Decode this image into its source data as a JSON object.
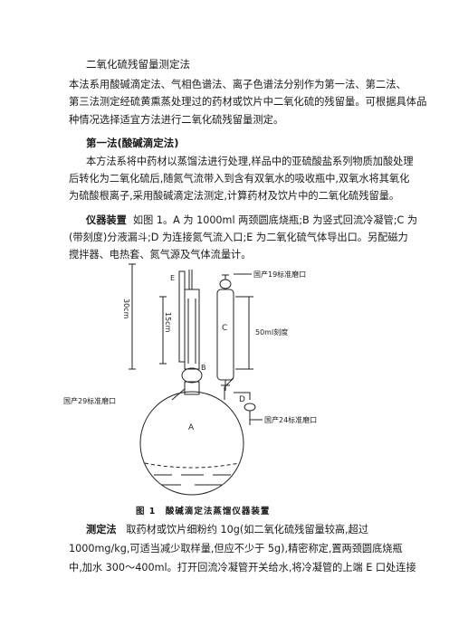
{
  "title": "二氧化硫残留量测定法",
  "intro": {
    "line1": "本法系用酸碱滴定法、气相色谱法、离子色谱法分别作为第一法、第二法、",
    "line2": "第三法测定经硫黄熏蒸处理过的药材或饮片中二氧化硫的残留量。可根据具体品",
    "line3": "种情况选择适宜方法进行二氧化硫残留量测定。"
  },
  "section1": {
    "heading": "第一法(酸碱滴定法)",
    "p1_line1": "本方法系将中药材以蒸馏法进行处理,样品中的亚硫酸盐系列物质加酸处理",
    "p1_line2": "后转化为二氧化硫后,随氮气流带入到含有双氧水的吸收瓶中,双氧水将其氧化",
    "p1_line3": "为硫酸根离子,采用酸碱滴定法测定,计算药材及饮片中的二氧化硫残留量。",
    "apparatus_label": "仪器装置",
    "apparatus_line1": "如图 1。A 为 1000ml 两颈圆底烧瓶;B 为竖式回流冷凝管;C 为",
    "apparatus_line2": "(带刻度)分液漏斗;D 为连接氮气流入口;E 为二氧化硫气体导出口。另配磁力",
    "apparatus_line3": "搅拌器、电热套、氮气源及气体流量计。",
    "method_label": "测定法",
    "method_line1": "取药材或饮片细粉约 10g(如二氧化硫残留量较高,超过",
    "method_line2": "1000mg/kg,可适当减少取样量,但应不少于 5g),精密称定,置两颈圆底烧瓶",
    "method_line3": "中,加水 300～400ml。打开回流冷凝管开关给水,将冷凝管的上端 E 口处连接"
  },
  "figure": {
    "caption": "图 1　酸碱滴定法蒸馏仪器装置",
    "label_A": "A",
    "label_B": "B",
    "label_C": "C",
    "label_D": "D",
    "label_E": "E",
    "label_30cm": "30cm",
    "label_15cm": "15cm",
    "label_joint19": "国产19标准磨口",
    "label_50ml": "50ml刻度",
    "label_joint29": "国产29标准磨口",
    "label_joint24": "国产24标准磨口"
  }
}
